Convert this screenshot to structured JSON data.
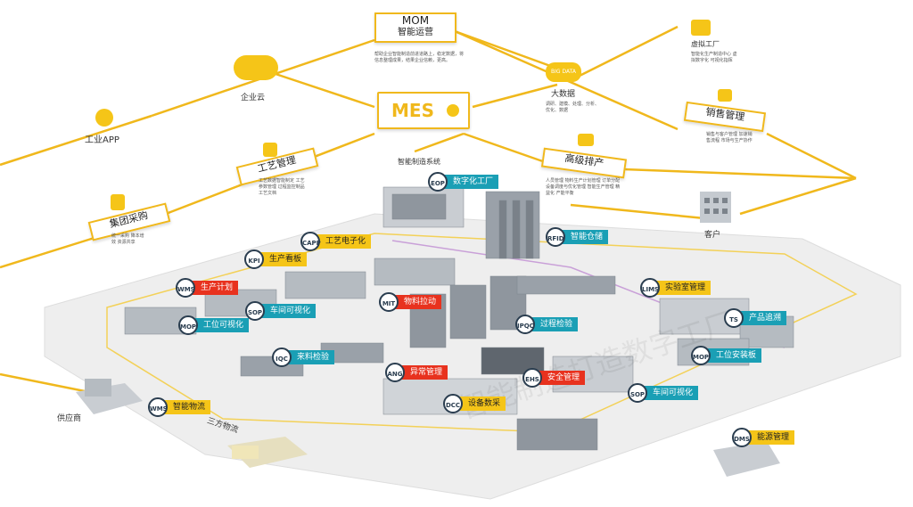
{
  "top_nodes": {
    "mom": {
      "title": "MOM",
      "subtitle": "智能运营",
      "desc": "帮助企业智能制造前进道路上，稳定数据，将信息整理成果，结果企业信赖，更高。"
    },
    "mes": {
      "title": "MES"
    },
    "cloud": {
      "label": "企业云"
    },
    "app": {
      "label": "工业APP"
    },
    "bigdata": {
      "label": "大数据",
      "icon_text": "BIG DATA",
      "desc": "调研、建模、处理、分析、优化、数据"
    },
    "virtual": {
      "label": "虚拟工厂",
      "desc": "智能化生产制造中心 虚拟数字化 可视化指挥"
    },
    "sales": {
      "label": "销售管理",
      "desc": "销售与客户管理 加速销售流程 市场与生产协作"
    },
    "craft": {
      "label": "工艺管理",
      "desc": "工艺数据智能制定 工艺参数管理 过程监控制品 工艺文档"
    },
    "group": {
      "label": "集团采购",
      "desc": "统一采购 降本增效 资源共享"
    },
    "aps": {
      "label": "高级排产",
      "desc": "人员管理 物料生产计划管理 订单分配 设备调度与优化管理 智能生产管理 精益化 产能平衡"
    },
    "customer": {
      "label": "客户"
    },
    "supplier": {
      "label": "供应商"
    },
    "logistics": {
      "label": "三方物流"
    }
  },
  "factory": {
    "title": "智能制造系统",
    "tags": [
      {
        "code": "EOP",
        "label": "数字化工厂",
        "color": "t"
      },
      {
        "code": "KPI",
        "label": "生产看板",
        "color": "y"
      },
      {
        "code": "CAPP",
        "label": "工艺电子化",
        "color": "y"
      },
      {
        "code": "WMS",
        "label": "生产计划",
        "color": "r"
      },
      {
        "code": "SOP",
        "label": "车间可视化",
        "color": "t"
      },
      {
        "code": "MOP",
        "label": "工位可视化",
        "color": "t"
      },
      {
        "code": "RFID",
        "label": "智能仓储",
        "color": "t"
      },
      {
        "code": "MIT",
        "label": "物料拉动",
        "color": "r"
      },
      {
        "code": "IPQC",
        "label": "过程检验",
        "color": "t"
      },
      {
        "code": "LIMS",
        "label": "实验室管理",
        "color": "y"
      },
      {
        "code": "TS",
        "label": "产品追溯",
        "color": "t"
      },
      {
        "code": "MOP",
        "label": "工位安装板",
        "color": "t"
      },
      {
        "code": "IQC",
        "label": "来料检验",
        "color": "t"
      },
      {
        "code": "ANG",
        "label": "异常管理",
        "color": "r"
      },
      {
        "code": "EHS",
        "label": "安全管理",
        "color": "r"
      },
      {
        "code": "SOP",
        "label": "车间可视化",
        "color": "t"
      },
      {
        "code": "DCC",
        "label": "设备数采",
        "color": "y"
      },
      {
        "code": "WMS",
        "label": "智能物流",
        "color": "y"
      },
      {
        "code": "DMS",
        "label": "能源管理",
        "color": "y"
      }
    ]
  },
  "watermark": "智能制造打造数字工厂",
  "colors": {
    "accent": "#f5c518",
    "line": "#f0b81c",
    "red": "#e8321e",
    "teal": "#1a9fb5",
    "floor": "#eeeeee"
  }
}
